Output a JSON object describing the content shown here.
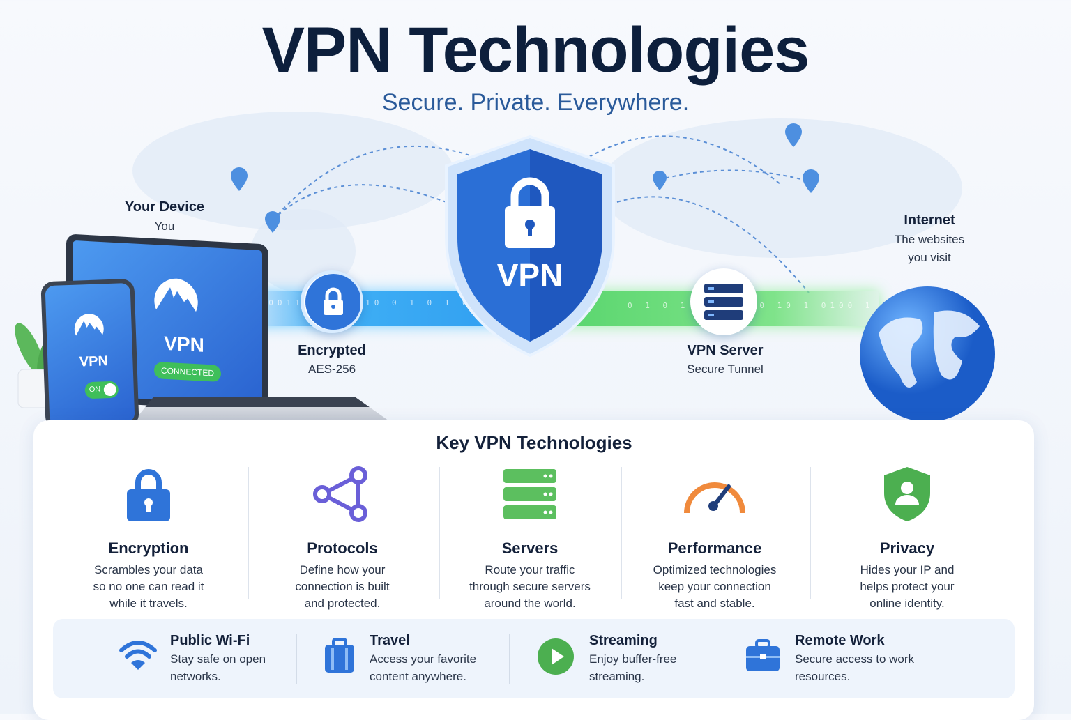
{
  "header": {
    "title": "VPN Technologies",
    "subtitle": "Secure. Private. Everywhere."
  },
  "diagram": {
    "device": {
      "title": "Your Device",
      "subtitle": "You",
      "laptop_label": "VPN",
      "laptop_status": "CONNECTED",
      "phone_label": "VPN",
      "phone_toggle": "ON"
    },
    "encrypted": {
      "title": "Encrypted",
      "subtitle": "AES-256"
    },
    "shield": {
      "label": "VPN"
    },
    "server": {
      "title": "VPN Server",
      "subtitle": "Secure Tunnel"
    },
    "internet": {
      "title": "Internet",
      "line1": "The websites",
      "line2": "you visit"
    }
  },
  "technologies": {
    "heading": "Key VPN Technologies",
    "items": [
      {
        "title": "Encryption",
        "lines": [
          "Scrambles your data",
          "so no one can read it",
          "while it travels."
        ],
        "icon": "lock-icon",
        "color": "#2f74d9"
      },
      {
        "title": "Protocols",
        "lines": [
          "Define how your",
          "connection is built",
          "and protected."
        ],
        "icon": "share-nodes-icon",
        "color": "#6a5fd8"
      },
      {
        "title": "Servers",
        "lines": [
          "Route your traffic",
          "through secure servers",
          "around the world."
        ],
        "icon": "server-icon",
        "color": "#5cbf5f"
      },
      {
        "title": "Performance",
        "lines": [
          "Optimized technologies",
          "keep your connection",
          "fast and stable."
        ],
        "icon": "speedometer-icon",
        "color": "#f08a3c"
      },
      {
        "title": "Privacy",
        "lines": [
          "Hides your IP and",
          "helps protect your",
          "online identity."
        ],
        "icon": "shield-user-icon",
        "color": "#4caf50"
      }
    ]
  },
  "use_cases": [
    {
      "title": "Public Wi-Fi",
      "lines": [
        "Stay safe on open",
        "networks."
      ],
      "icon": "wifi-icon"
    },
    {
      "title": "Travel",
      "lines": [
        "Access your favorite",
        "content anywhere."
      ],
      "icon": "luggage-icon"
    },
    {
      "title": "Streaming",
      "lines": [
        "Enjoy buffer-free",
        "streaming."
      ],
      "icon": "play-icon"
    },
    {
      "title": "Remote Work",
      "lines": [
        "Secure access to work",
        "resources."
      ],
      "icon": "briefcase-icon"
    }
  ]
}
